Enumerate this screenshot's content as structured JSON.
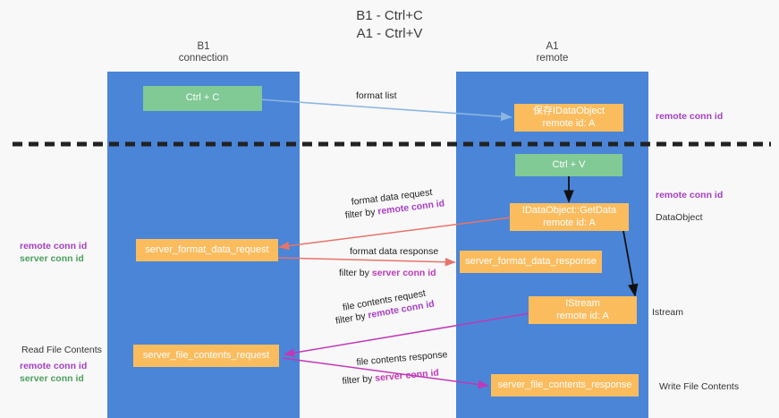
{
  "title": {
    "line1": "B1 - Ctrl+C",
    "line2": "A1 - Ctrl+V"
  },
  "lanes": [
    {
      "id": "b1",
      "name": "B1",
      "role": "connection"
    },
    {
      "id": "a1",
      "name": "A1",
      "role": "remote"
    }
  ],
  "nodes": {
    "ctrl_c": {
      "line1": "Ctrl + C",
      "line2": ""
    },
    "idataobject_store": {
      "line1": "保存IDataObject",
      "line2": "remote id: A"
    },
    "ctrl_v": {
      "line1": "Ctrl + V",
      "line2": ""
    },
    "getdata": {
      "line1": "IDataObject::GetData",
      "line2": "remote id: A"
    },
    "server_format_data_request": {
      "line1": "server_format_data_request",
      "line2": ""
    },
    "server_format_data_response": {
      "line1": "server_format_data_response",
      "line2": ""
    },
    "istream": {
      "line1": "IStream",
      "line2": "remote id: A"
    },
    "server_file_contents_request": {
      "line1": "server_file_contents_request",
      "line2": ""
    },
    "server_file_contents_response": {
      "line1": "server_file_contents_response",
      "line2": ""
    }
  },
  "edge_labels": {
    "format_list": "format list",
    "format_data_request": "format data request",
    "format_data_request_filter_prefix": "filter by ",
    "format_data_request_filter_key": "remote conn id",
    "format_data_response": "format data response",
    "format_data_response_filter_prefix": "filter by ",
    "format_data_response_filter_key": "server conn id",
    "file_contents_request": "file contents request",
    "file_contents_request_filter_prefix": "filter by ",
    "file_contents_request_filter_key": "remote conn id",
    "file_contents_response": "file contents response",
    "file_contents_response_filter_prefix": "filter by ",
    "file_contents_response_filter_key": "server conn id"
  },
  "left_notes": {
    "note1_remote": "remote conn id",
    "note1_server": "server conn id",
    "note2_title": "Read File Contents",
    "note2_remote": "remote conn id",
    "note2_server": "server conn id"
  },
  "right_notes": {
    "remote_conn_id_top": "remote conn id",
    "remote_conn_id_mid": "remote conn id",
    "dataobject": "DataObject",
    "istream": "Istream",
    "write_file_contents": "Write File Contents"
  },
  "colors": {
    "lane": "#4a85d8",
    "green_node": "#81c995",
    "orange_node": "#fbbc5e",
    "purple_key": "#a63ec4",
    "green_key": "#4e9e5f",
    "arrow_blue": "#8ab6e0",
    "arrow_red": "#e8736a",
    "arrow_magenta": "#c038b8",
    "arrow_black": "#111111",
    "background": "#f8f8f8"
  }
}
